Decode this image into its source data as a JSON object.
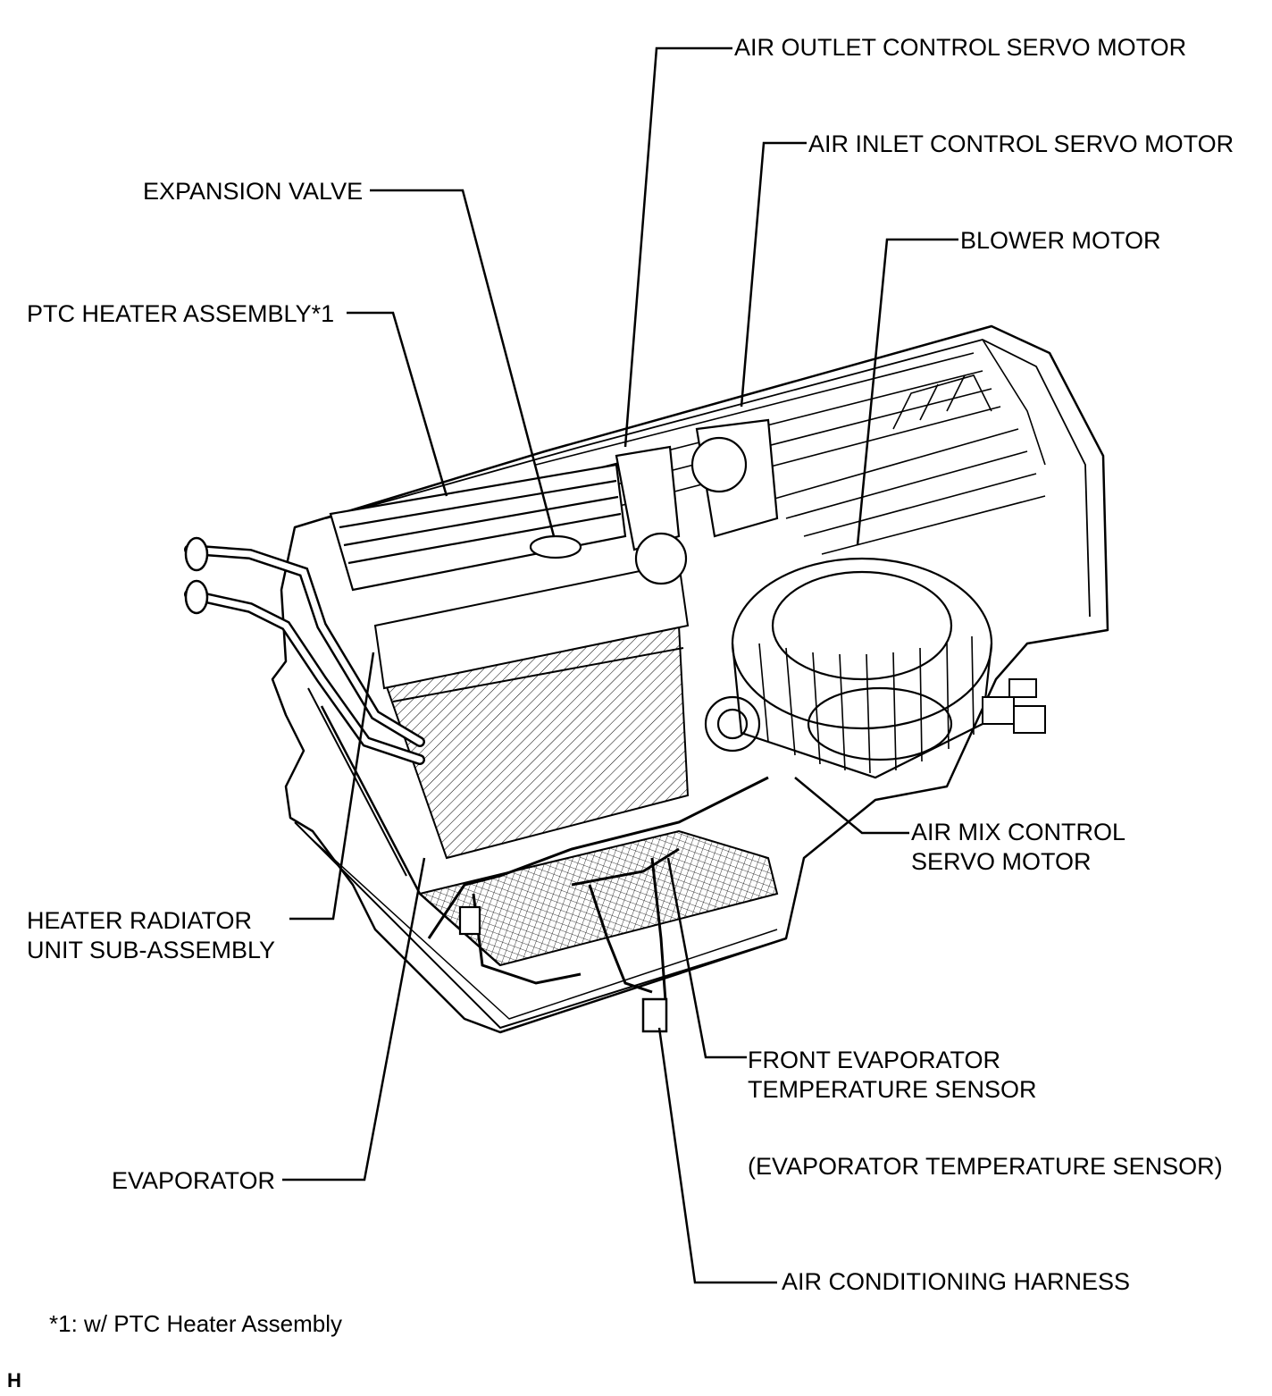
{
  "labels": {
    "air_outlet": "AIR OUTLET CONTROL SERVO MOTOR",
    "air_inlet": "AIR INLET CONTROL SERVO MOTOR",
    "expansion_valve": "EXPANSION VALVE",
    "blower_motor": "BLOWER MOTOR",
    "ptc_heater": "PTC HEATER ASSEMBLY*1",
    "air_mix_line1": "AIR MIX CONTROL",
    "air_mix_line2": "SERVO MOTOR",
    "heater_radiator_line1": "HEATER RADIATOR",
    "heater_radiator_line2": "UNIT SUB-ASSEMBLY",
    "front_evap_line1": "FRONT EVAPORATOR",
    "front_evap_line2": "TEMPERATURE SENSOR",
    "evap_temp_sensor": "(EVAPORATOR TEMPERATURE SENSOR)",
    "evaporator": "EVAPORATOR",
    "ac_harness": "AIR CONDITIONING HARNESS"
  },
  "footnote": "*1: w/ PTC Heater Assembly",
  "corner_mark": "H"
}
